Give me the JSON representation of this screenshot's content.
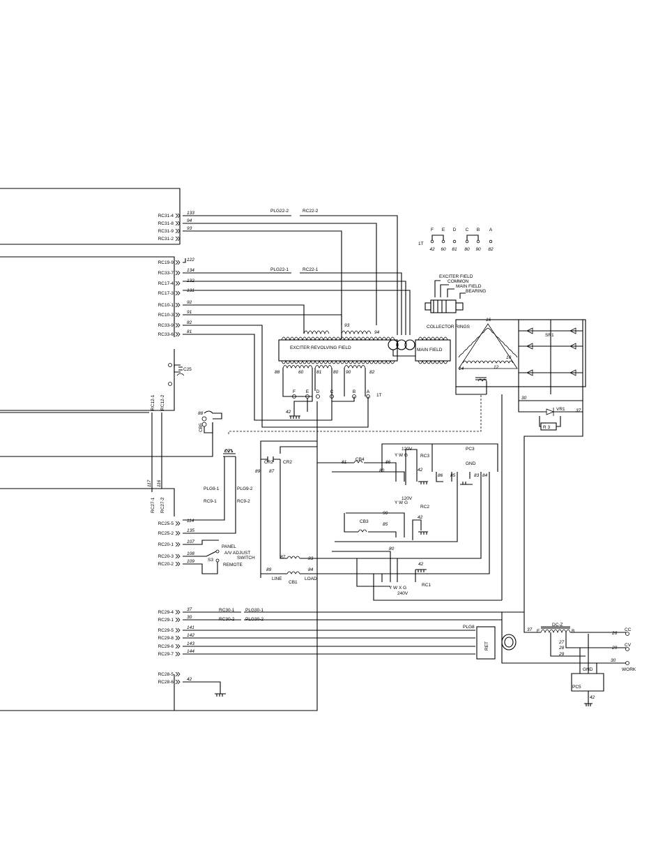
{
  "left_connectors": [
    {
      "pin": "RC31-4",
      "wire": "133"
    },
    {
      "pin": "RC31-8",
      "wire": "94"
    },
    {
      "pin": "RC31-9",
      "wire": "93"
    },
    {
      "pin": "RC31-2",
      "wire": ""
    },
    {
      "pin": "RC19-9",
      "wire": "122"
    },
    {
      "pin": "RC33-7",
      "wire": "134"
    },
    {
      "pin": "RC17-4",
      "wire": "132"
    },
    {
      "pin": "RC17-3",
      "wire": "131"
    },
    {
      "pin": "RC10-1",
      "wire": "92"
    },
    {
      "pin": "RC10-3",
      "wire": "91"
    },
    {
      "pin": "RC33-9",
      "wire": "82"
    },
    {
      "pin": "RC33-6",
      "wire": "81"
    },
    {
      "pin": "RC25-5",
      "wire": "114"
    },
    {
      "pin": "RC25-2",
      "wire": "135"
    },
    {
      "pin": "RC20-1",
      "wire": "107"
    },
    {
      "pin": "RC20-3",
      "wire": "108"
    },
    {
      "pin": "RC20-2",
      "wire": "109"
    },
    {
      "pin": "RC29-4",
      "wire": "37"
    },
    {
      "pin": "RC29-1",
      "wire": "30"
    },
    {
      "pin": "RC29-5",
      "wire": "141"
    },
    {
      "pin": "RC29-8",
      "wire": "142"
    },
    {
      "pin": "RC29-6",
      "wire": "143"
    },
    {
      "pin": "RC29-7",
      "wire": "144"
    },
    {
      "pin": "RC28-5",
      "wire": ""
    },
    {
      "pin": "RC28-6",
      "wire": "42"
    }
  ],
  "labels": {
    "plg22_2": "PLG22-2",
    "rc22_2": "RC22-2",
    "plg22_1": "PLG22-1",
    "rc22_1": "RC22-1",
    "terminal_letters": [
      "F",
      "E",
      "D",
      "C",
      "B",
      "A"
    ],
    "terminal_numbers": [
      "42",
      "60",
      "81",
      "80",
      "90",
      "82"
    ],
    "t1": "1T",
    "exciter_field": "EXCITER FIELD",
    "common": "COMMON",
    "main_field_top": "MAIN FIELD",
    "bearing": "BEARING",
    "collector_rings": "COLLECTOR RINGS",
    "exciter_revolving_field": "EXCITER REVOLVING FIELD",
    "main_field": "MAIN FIELD",
    "c25": "C25",
    "cb5": "CB5",
    "rc12_1": "RC12-1",
    "rc12_2": "RC12-2",
    "rc27_1": "RC27-1",
    "rc27_2": "RC27-2",
    "w117": "117",
    "w116": "116",
    "ct1": "CT1",
    "plg9_1": "PLG9-1",
    "plg9_2": "PLG9-2",
    "rc9_1": "RC9-1",
    "rc9_2": "RC9-2",
    "panel": "PANEL",
    "av_adjust": "A/V ADJUST",
    "switch": "SWITCH",
    "s3": "S3",
    "remote": "REMOTE",
    "cr2": "CR2",
    "cb4": "CB4",
    "cb3": "CB3",
    "cb1": "CB1",
    "line": "LINE",
    "load": "LOAD",
    "rc3": "RC3",
    "rc2": "RC2",
    "rc1": "RC1",
    "v120a": "120V",
    "v120b": "120V",
    "ywg": "Y W G",
    "ywxg": "Y W X G",
    "v240": "240V",
    "pc3": "PC3",
    "gnd": "GND",
    "sr1": "SR1",
    "vr1": "VR1",
    "r3": "R 3",
    "rc30_1": "RC30-1",
    "plg30_1": "PLG30-1",
    "rc30_2": "RC30-2",
    "plg30_2": "PLG30-2",
    "plg8": "PLG8",
    "ret": "RET",
    "dcz": "DC-Z",
    "e": "E",
    "b": "B",
    "cc": "CC",
    "cv": "CV",
    "work": "WORK",
    "pc5": "PC5",
    "w26": "26",
    "w27": "27",
    "w28": "28",
    "w29": "29",
    "w30": "30",
    "w37": "37",
    "w42": "42",
    "w16": "16",
    "w14": "14",
    "w12": "12",
    "w10": "10",
    "w88": "88",
    "w60": "60",
    "w81": "81",
    "w80": "80",
    "w90": "90",
    "w82": "82",
    "w93": "93",
    "w94": "94",
    "w89": "89",
    "w87": "87",
    "w86": "86",
    "w85": "85",
    "w83": "83",
    "w84": "84"
  }
}
